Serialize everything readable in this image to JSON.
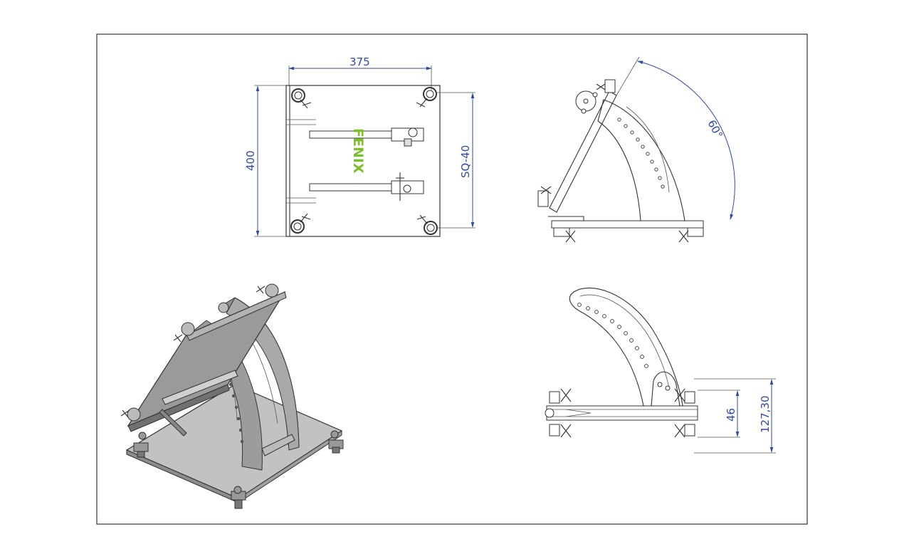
{
  "top_view": {
    "width_label": "375",
    "height_label": "400",
    "truss_label": "SQ-40",
    "logo_text": "FENIX"
  },
  "side_view": {
    "angle_label": "60°"
  },
  "front_view": {
    "dim_small": "46",
    "dim_large": "127,30"
  },
  "colors": {
    "dimension": "#2f4aa0",
    "outline": "#333333",
    "logo": "#7cbf2a",
    "plate_fill": "#b9b9bb",
    "plate_dark": "#8c8c8e"
  }
}
